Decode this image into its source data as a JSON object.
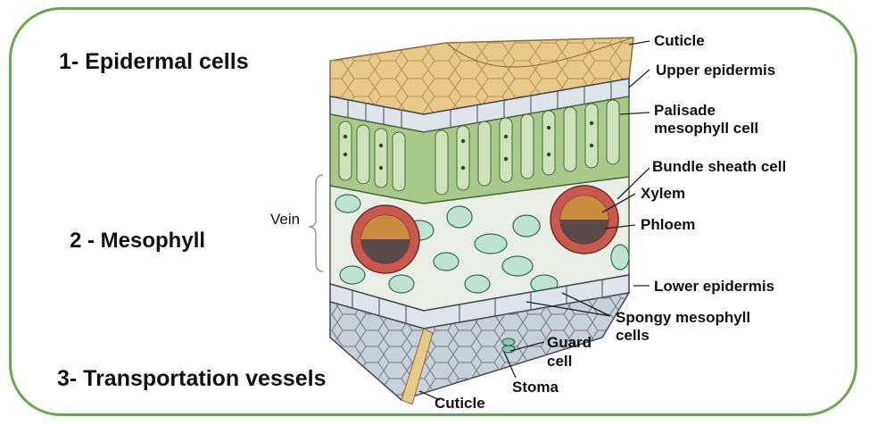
{
  "slide": {
    "headings": {
      "epidermal": "1- Epidermal cells",
      "mesophyll": "2 - Mesophyll",
      "transport": "3- Transportation vessels"
    },
    "accent_color": "#6aa84f"
  },
  "diagram": {
    "labels": {
      "cuticle_top": "Cuticle",
      "upper_epidermis": "Upper epidermis",
      "palisade_1": "Palisade",
      "palisade_2": "mesophyll cell",
      "bundle_sheath": "Bundle sheath cell",
      "xylem": "Xylem",
      "phloem": "Phloem",
      "vein": "Vein",
      "lower_epidermis": "Lower epidermis",
      "spongy_1": "Spongy mesophyll",
      "spongy_2": "cells",
      "guard_1": "Guard",
      "guard_2": "cell",
      "stoma": "Stoma",
      "cuticle_bottom": "Cuticle"
    },
    "colors": {
      "cuticle": "#e8c989",
      "epidermis": "#dfe4ea",
      "palisade": "#a9c98a",
      "spongy": "#bfe3d2",
      "bundle_sheath": "#c9584f",
      "xylem": "#c98b3e",
      "phloem": "#5a4a4a"
    }
  }
}
